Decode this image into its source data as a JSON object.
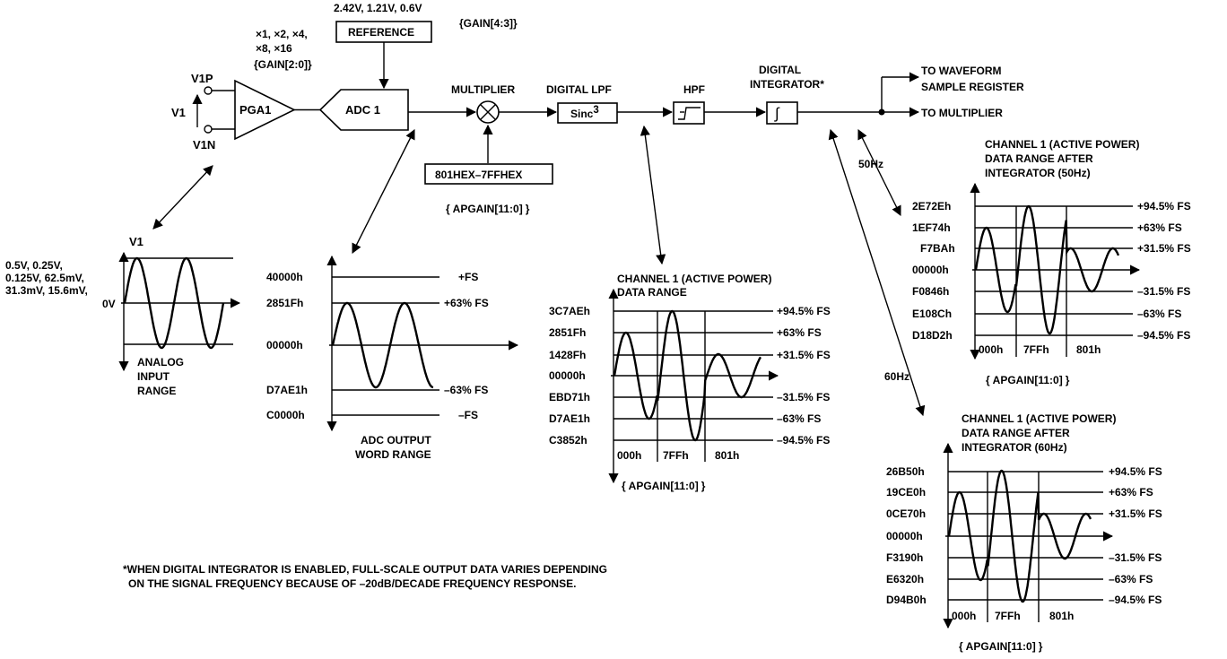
{
  "blocks": {
    "v1p": "V1P",
    "v1n": "V1N",
    "v1": "V1",
    "pga": "PGA1",
    "adc": "ADC 1",
    "gain_options_1": "×1, ×2, ×4,",
    "gain_options_2": "×8, ×16",
    "gain_reg_pga": "{GAIN[2:0]}",
    "ref_voltages": "2.42V, 1.21V, 0.6V",
    "reference": "REFERENCE",
    "gain_reg_ref": "{GAIN[4:3]}",
    "multiplier": "MULTIPLIER",
    "apgain_range": "801HEX–7FFHEX",
    "apgain_reg": "APGAIN[11:0]",
    "digital_lpf": "DIGITAL LPF",
    "sinc": "Sinc",
    "sinc_exp": "3",
    "hpf": "HPF",
    "integrator_1": "DIGITAL",
    "integrator_2": "INTEGRATOR*",
    "integral_symbol": "∫",
    "out_waveform_1": "TO WAVEFORM",
    "out_waveform_2": "SAMPLE REGISTER",
    "out_multiplier": "TO MULTIPLIER",
    "freq_50": "50Hz",
    "freq_60": "60Hz"
  },
  "analog": {
    "title": "V1",
    "levels_1": "0.5V, 0.25V,",
    "levels_2": "0.125V, 62.5mV,",
    "levels_3": "31.3mV, 15.6mV,",
    "zero": "0V",
    "caption_1": "ANALOG",
    "caption_2": "INPUT",
    "caption_3": "RANGE"
  },
  "adc_range": {
    "codes": [
      "40000h",
      "2851Fh",
      "00000h",
      "D7AE1h",
      "C0000h"
    ],
    "labels": [
      "+FS",
      "+63% FS",
      "–63% FS",
      "–FS"
    ],
    "caption_1": "ADC OUTPUT",
    "caption_2": "WORD RANGE"
  },
  "ch1_range": {
    "title_1": "CHANNEL 1 (ACTIVE POWER)",
    "title_2": "DATA RANGE",
    "codes": [
      "3C7AEh",
      "2851Fh",
      "1428Fh",
      "00000h",
      "EBD71h",
      "D7AE1h",
      "C3852h"
    ],
    "labels": [
      "+94.5% FS",
      "+63% FS",
      "+31.5% FS",
      "–31.5% FS",
      "–63% FS",
      "–94.5% FS"
    ],
    "gains": [
      "000h",
      "7FFh",
      "801h"
    ],
    "reg": "APGAIN[11:0]"
  },
  "ch1_50": {
    "title_1": "CHANNEL 1 (ACTIVE POWER)",
    "title_2": "DATA RANGE AFTER",
    "title_3": "INTEGRATOR (50Hz)",
    "codes": [
      "2E72Eh",
      "1EF74h",
      "F7BAh",
      "00000h",
      "F0846h",
      "E108Ch",
      "D18D2h"
    ],
    "labels": [
      "+94.5% FS",
      "+63% FS",
      "+31.5% FS",
      "–31.5% FS",
      "–63% FS",
      "–94.5% FS"
    ],
    "gains": [
      "000h",
      "7FFh",
      "801h"
    ],
    "reg": "APGAIN[11:0]"
  },
  "ch1_60": {
    "title_1": "CHANNEL 1 (ACTIVE POWER)",
    "title_2": "DATA RANGE AFTER",
    "title_3": "INTEGRATOR (60Hz)",
    "codes": [
      "26B50h",
      "19CE0h",
      "0CE70h",
      "00000h",
      "F3190h",
      "E6320h",
      "D94B0h"
    ],
    "labels": [
      "+94.5% FS",
      "+63% FS",
      "+31.5% FS",
      "–31.5% FS",
      "–63% FS",
      "–94.5% FS"
    ],
    "gains": [
      "000h",
      "7FFh",
      "801h"
    ],
    "reg": "APGAIN[11:0]"
  },
  "footnote": {
    "line_1": "*WHEN  DIGITAL INTEGRATOR IS ENABLED, FULL-SCALE OUTPUT DATA VARIES DEPENDING",
    "line_2": "ON THE SIGNAL FREQUENCY BECAUSE OF –20dB/DECADE FREQUENCY RESPONSE."
  }
}
